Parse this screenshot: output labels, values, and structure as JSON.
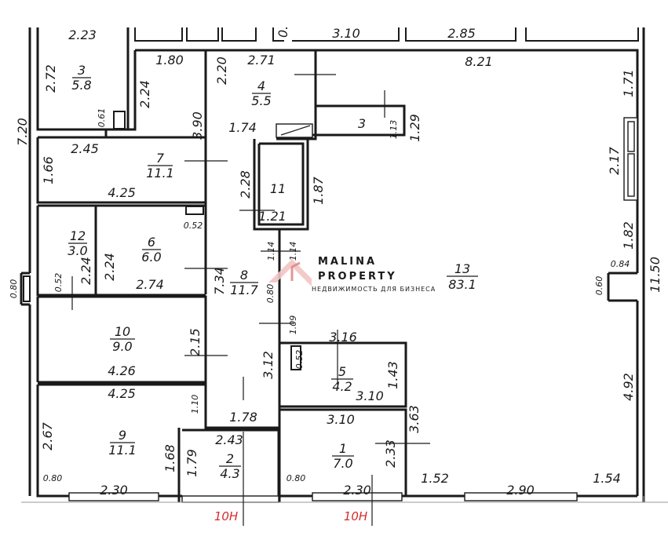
{
  "logo": {
    "name_line1": "MALINA",
    "name_line2": "PROPERTY",
    "tagline": "НЕДВИЖИМОСТЬ ДЛЯ БИЗНЕСА"
  },
  "axes": [
    "10Н",
    "10Н"
  ],
  "rooms": [
    {
      "id": "room-3-left",
      "number": "3",
      "area": "5.8"
    },
    {
      "id": "room-4",
      "number": "4",
      "area": "5.5"
    },
    {
      "id": "room-3-small",
      "number": "3",
      "area": ""
    },
    {
      "id": "room-7",
      "number": "7",
      "area": "11.1"
    },
    {
      "id": "room-11",
      "number": "11",
      "area": ""
    },
    {
      "id": "room-12",
      "number": "12",
      "area": "3.0"
    },
    {
      "id": "room-6",
      "number": "6",
      "area": "6.0"
    },
    {
      "id": "room-8",
      "number": "8",
      "area": "11.7"
    },
    {
      "id": "room-13",
      "number": "13",
      "area": "83.1"
    },
    {
      "id": "room-10",
      "number": "10",
      "area": "9.0"
    },
    {
      "id": "room-5",
      "number": "5",
      "area": "4.2"
    },
    {
      "id": "room-9",
      "number": "9",
      "area": "11.1"
    },
    {
      "id": "room-2",
      "number": "2",
      "area": "4.3"
    },
    {
      "id": "room-1",
      "number": "1",
      "area": "7.0"
    }
  ],
  "dimensions": [
    "2.23",
    "3.10",
    "2.85",
    "0.",
    "2.72",
    "0.61",
    "1.80",
    "2.24",
    "2.71",
    "2.20",
    "8.21",
    "1.71",
    "7.20",
    "3.90",
    "1.74",
    "1.13",
    "1.29",
    "2.45",
    "1.66",
    "4.25",
    "2.28",
    "1.87",
    "2.17",
    "0.52",
    "1.21",
    "1.82",
    "1.14",
    "1.14",
    "2.24",
    "2.24",
    "0.84",
    "0.60",
    "0.80",
    "0.52",
    "2.74",
    "7.34",
    "1.09",
    "2.15",
    "3.16",
    "0.52",
    "3.12",
    "1.43",
    "4.26",
    "4.25",
    "3.10",
    "4.92",
    "1.10",
    "1.78",
    "3.63",
    "2.67",
    "3.10",
    "2.43",
    "2.33",
    "1.68",
    "1.79",
    "0.80",
    "2.30",
    "0.80",
    "2.30",
    "1.52",
    "2.90",
    "1.54",
    "11.50",
    "0.80"
  ]
}
